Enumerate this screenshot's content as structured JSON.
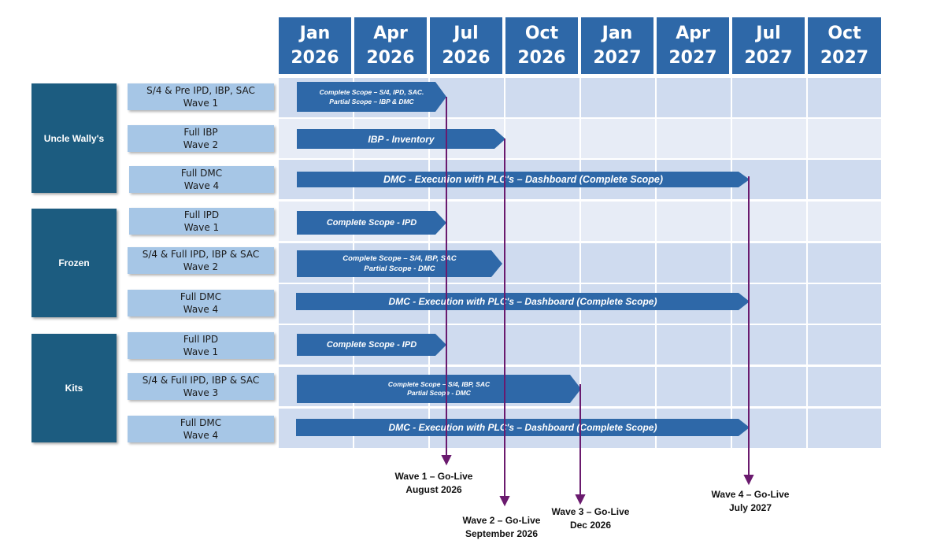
{
  "timeline": {
    "headers": [
      {
        "month": "Jan",
        "year": "2026"
      },
      {
        "month": "Apr",
        "year": "2026"
      },
      {
        "month": "Jul",
        "year": "2026"
      },
      {
        "month": "Oct",
        "year": "2026"
      },
      {
        "month": "Jan",
        "year": "2027"
      },
      {
        "month": "Apr",
        "year": "2027"
      },
      {
        "month": "Jul",
        "year": "2027"
      },
      {
        "month": "Oct",
        "year": "2027"
      }
    ]
  },
  "groups": [
    {
      "name": "Uncle Wally's"
    },
    {
      "name": "Frozen"
    },
    {
      "name": "Kits"
    }
  ],
  "rows": [
    {
      "label1": "S/4 &  Pre IPD, IBP, SAC",
      "label2": "Wave 1",
      "bar_line1": "Complete Scope – S/4, IPD, SAC.",
      "bar_line2": "Partial Scope – IBP & DMC"
    },
    {
      "label1": "Full IBP",
      "label2": "Wave 2",
      "bar_line1": "IBP - Inventory",
      "bar_line2": ""
    },
    {
      "label1": "Full DMC",
      "label2": "Wave 4",
      "bar_line1": "DMC - Execution with PLC's – Dashboard (Complete Scope)",
      "bar_line2": ""
    },
    {
      "label1": "Full IPD",
      "label2": "Wave 1",
      "bar_line1": "Complete Scope - IPD",
      "bar_line2": ""
    },
    {
      "label1": "S/4 & Full IPD, IBP & SAC",
      "label2": "Wave 2",
      "bar_line1": "Complete Scope – S/4, IBP, SAC",
      "bar_line2": "Partial Scope - DMC"
    },
    {
      "label1": "Full DMC",
      "label2": "Wave 4",
      "bar_line1": "DMC - Execution with PLC's – Dashboard (Complete Scope)",
      "bar_line2": ""
    },
    {
      "label1": "Full IPD",
      "label2": "Wave 1",
      "bar_line1": "Complete Scope - IPD",
      "bar_line2": ""
    },
    {
      "label1": "S/4 & Full IPD, IBP & SAC",
      "label2": "Wave 3",
      "bar_line1": "Complete Scope – S/4, IBP, SAC",
      "bar_line2": "Partial Scope - DMC"
    },
    {
      "label1": "Full DMC",
      "label2": "Wave 4",
      "bar_line1": "DMC - Execution with PLC's – Dashboard (Complete Scope)",
      "bar_line2": ""
    }
  ],
  "golives": [
    {
      "line1": "Wave 1 – Go-Live",
      "line2": "August 2026"
    },
    {
      "line1": "Wave 2 – Go-Live",
      "line2": "September 2026"
    },
    {
      "line1": "Wave 3 – Go-Live",
      "line2": "Dec 2026"
    },
    {
      "line1": "Wave 4 – Go-Live",
      "line2": "July 2027"
    }
  ],
  "colors": {
    "header": "#2e68a8",
    "bar": "#2e68a8",
    "group": "#1c5c80",
    "label": "#a6c6e6",
    "cell_dark": "#cfdbef",
    "cell_light": "#e7ecf6",
    "golive_line": "#6a1a6e"
  }
}
